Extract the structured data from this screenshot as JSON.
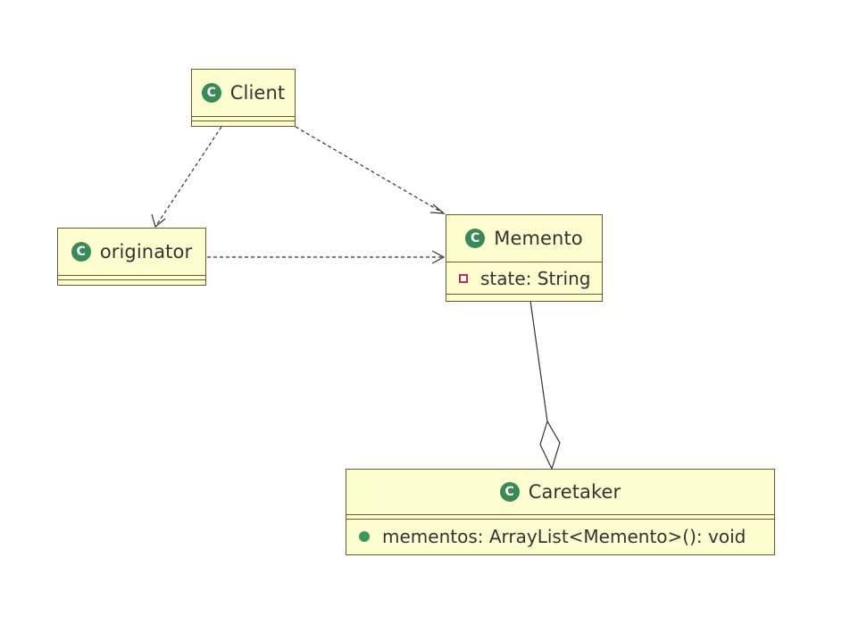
{
  "classes": {
    "client": {
      "name": "Client",
      "icon": "class-icon"
    },
    "originator": {
      "name": "originator",
      "icon": "class-icon"
    },
    "memento": {
      "name": "Memento",
      "icon": "class-icon",
      "attributes": [
        {
          "text": "state: String",
          "visibility": "private"
        }
      ]
    },
    "caretaker": {
      "name": "Caretaker",
      "icon": "class-icon",
      "members": [
        {
          "text": "mementos: ArrayList<Memento>(): void",
          "visibility": "public"
        }
      ]
    }
  },
  "relationships": [
    {
      "from": "Client",
      "to": "originator",
      "type": "dependency"
    },
    {
      "from": "Client",
      "to": "Memento",
      "type": "dependency"
    },
    {
      "from": "originator",
      "to": "Memento",
      "type": "dependency"
    },
    {
      "from": "Caretaker",
      "to": "Memento",
      "type": "aggregation"
    }
  ],
  "colors": {
    "class_fill": "#fefdcf",
    "class_border": "#6b5b2a",
    "class_icon": "#3a8a57",
    "private_icon": "#c0304a",
    "public_icon": "#3f9a5a",
    "line": "#333333"
  }
}
